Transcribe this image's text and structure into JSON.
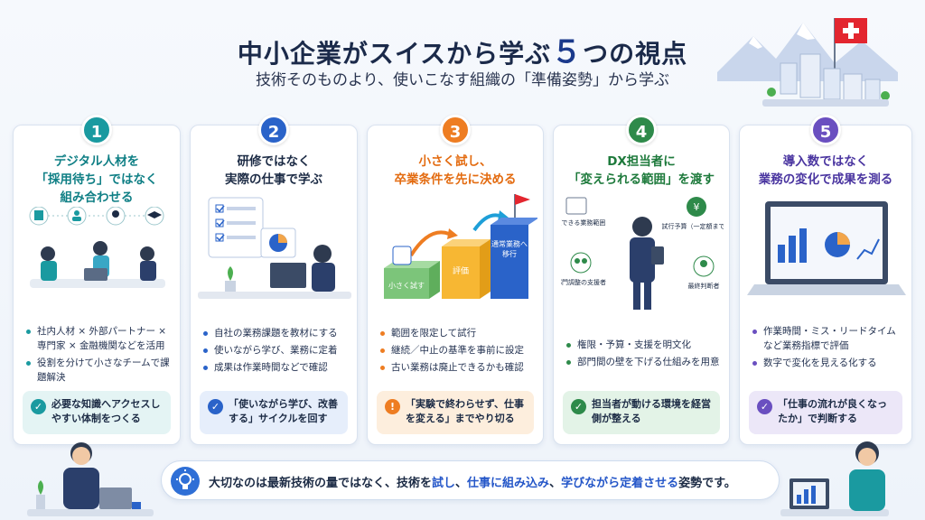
{
  "header": {
    "title_pre": "中小企業がスイスから学ぶ",
    "title_num": "５",
    "title_post": "つの視点",
    "subtitle": "技術そのものより、使いこなす組織の「準備姿勢」から学ぶ"
  },
  "cards": [
    {
      "number": "1",
      "color": "#1a9aa0",
      "heading": "デジタル人材を「採用待ち」ではなく組み合わせる",
      "heading_lines": [
        "デジタル人材を",
        "「採用待ち」ではなく",
        "組み合わせる"
      ],
      "bullets": [
        "社内人材 × 外部パートナー × 専門家 × 金融機関などを活用",
        "役割を分けて小さなチームで課題解決"
      ],
      "callout": "必要な知識へアクセスしやすい体制をつくる",
      "callout_bg": "#e4f4f4"
    },
    {
      "number": "2",
      "color": "#2a63c9",
      "heading_lines": [
        "研修ではなく",
        "実際の仕事で学ぶ"
      ],
      "bullets": [
        "自社の業務課題を教材にする",
        "使いながら学び、業務に定着",
        "成果は作業時間などで確認"
      ],
      "callout": "「使いながら学び、改善する」サイクルを回す",
      "callout_bg": "#e6eefb"
    },
    {
      "number": "3",
      "color": "#ee7d22",
      "heading_lines": [
        "小さく試し、",
        "卒業条件を先に決める"
      ],
      "illus_labels": {
        "trial": "小さく試す",
        "eval": "評価",
        "move": "通常業務へ移行"
      },
      "bullets": [
        "範囲を限定して試行",
        "継続／中止の基準を事前に設定",
        "古い業務は廃止できるかも確認"
      ],
      "callout": "「実験で終わらせず、仕事を変える」までやり切る",
      "callout_bg": "#fdeedd"
    },
    {
      "number": "4",
      "color": "#2e8a4a",
      "heading_lines": [
        "DX担当者に",
        "「変えられる範囲」を渡す"
      ],
      "illus_labels": {
        "scope": "変更できる業務範囲",
        "budget": "試行予算（一定額まで）",
        "coord": "部門調整の支援者",
        "judge": "最終判断者",
        "yen": "¥"
      },
      "bullets": [
        "権限・予算・支援を明文化",
        "部門間の壁を下げる仕組みを用意"
      ],
      "callout": "担当者が動ける環境を経営側が整える",
      "callout_bg": "#e3f3e7"
    },
    {
      "number": "5",
      "color": "#6a4fc0",
      "heading_lines": [
        "導入数ではなく",
        "業務の変化で成果を測る"
      ],
      "bullets": [
        "作業時間・ミス・リードタイムなど業務指標で評価",
        "数字で変化を見える化する"
      ],
      "callout": "「仕事の流れが良くなったか」で判断する",
      "callout_bg": "#ece7f8"
    }
  ],
  "bottom": {
    "text_1": "大切なのは最新技術の量ではなく、技術を",
    "em_1": "試し",
    "text_2": "、",
    "em_2": "仕事に組み込み",
    "text_3": "、",
    "em_3": "学びながら定着させる",
    "text_4": "姿勢です。"
  },
  "colors": {
    "accent": "#2456c8",
    "swiss_red": "#e3262f"
  }
}
